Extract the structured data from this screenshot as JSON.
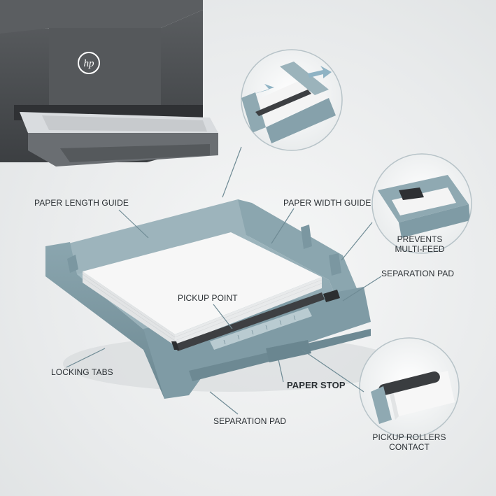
{
  "brand": {
    "logo_text": "hp",
    "color": "#ffffff"
  },
  "labels": {
    "paper_length_guide": "PAPER LENGTH GUIDE",
    "paper_width_guide": "PAPER WIDTH GUIDE",
    "prevents_multi_feed": "PREVENTS\nMULTI-FEED",
    "separation_pad_right": "SEPARATION PAD",
    "pickup_point": "PICKUP POINT",
    "locking_tabs": "LOCKING TABS",
    "paper_stop": "PAPER STOP",
    "separation_pad_bottom": "SEPARATION PAD",
    "pickup_rollers_contact": "PICKUP ROLLERS\nCONTACT"
  },
  "colors": {
    "tray": "#8fa9b2",
    "tray_dark": "#6f8b95",
    "printer": "#4a4d50",
    "paper": "#f7f7f7",
    "callout_line": "#6f8b95"
  }
}
